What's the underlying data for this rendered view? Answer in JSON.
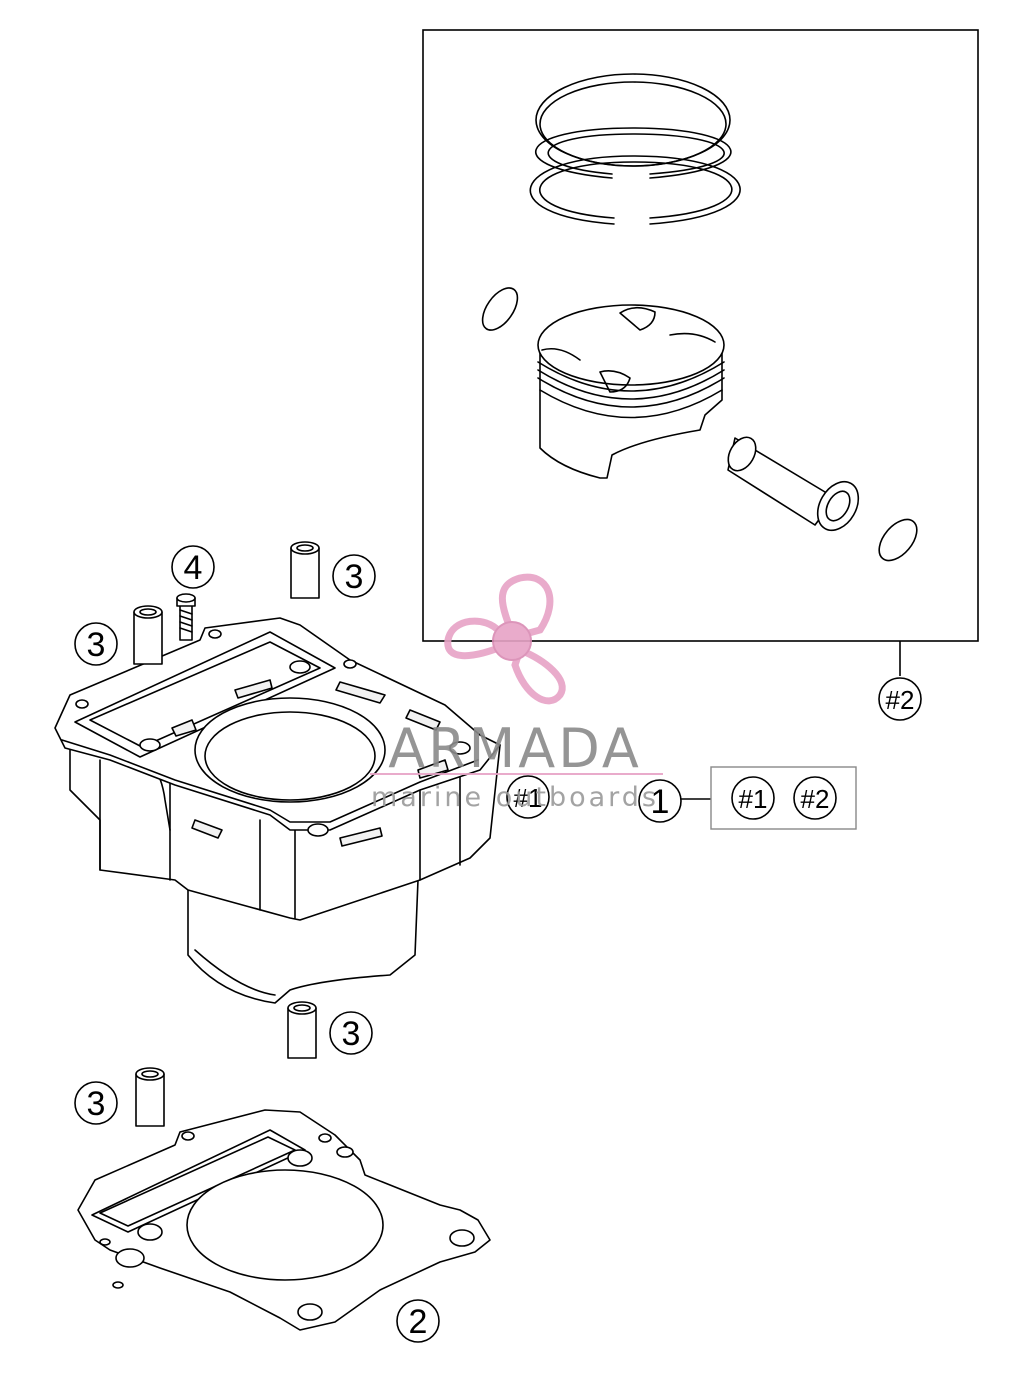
{
  "callouts": {
    "cylinder_kit": "1",
    "gasket": "2",
    "dowel": "3",
    "screw": "4",
    "ref_1": "#1",
    "ref_2": "#2"
  },
  "kit_box": {
    "item_a": "#1",
    "item_b": "#2"
  },
  "watermark": {
    "brand": "ARMADA",
    "tagline": "marine outboards",
    "color": "#e7a3c6"
  }
}
